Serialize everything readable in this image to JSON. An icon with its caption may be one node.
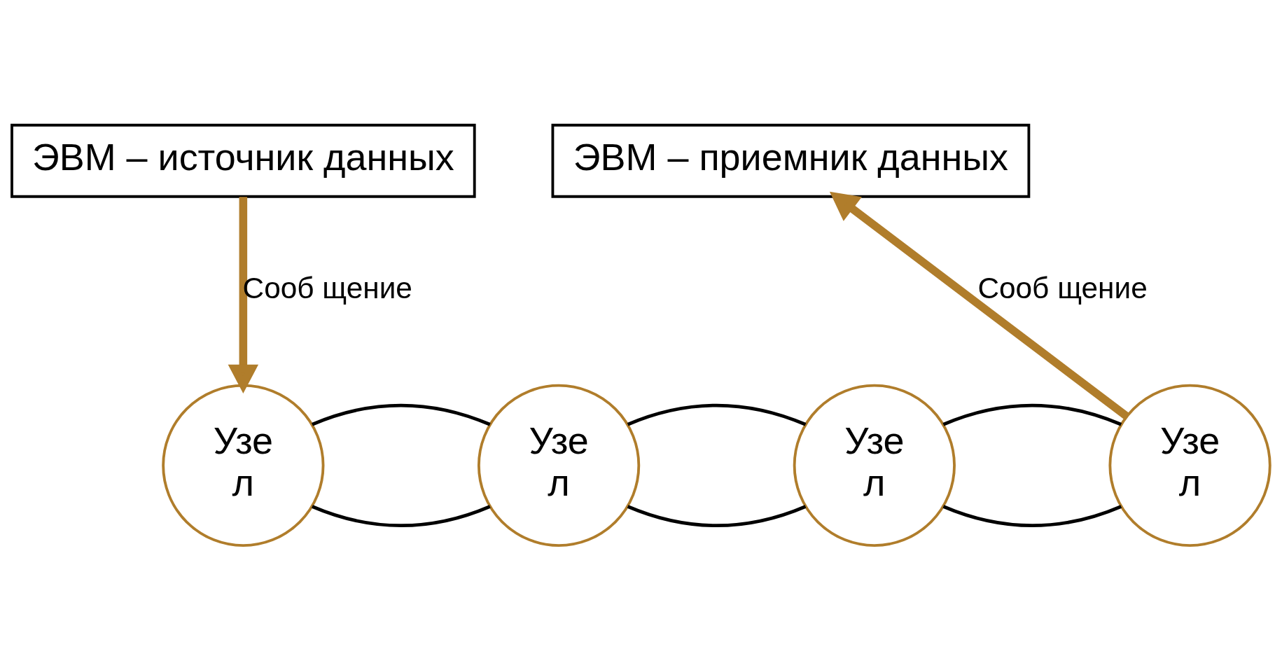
{
  "diagram": {
    "nodes": [
      {
        "text": [
          "ЭВМ – источник данных"
        ]
      },
      {
        "text": [
          "ЭВМ – приемник данных"
        ]
      },
      {
        "text": [
          "Узе л"
        ]
      },
      {
        "text": [
          "Узе л"
        ]
      },
      {
        "text": [
          "Узе л"
        ]
      },
      {
        "text": [
          "Узе л"
        ]
      }
    ],
    "edges": [
      {
        "from": 0,
        "to": 2,
        "arrow": "to",
        "label": "Сооб щение",
        "style": "thick",
        "color": "#b07d2b"
      },
      {
        "from": 2,
        "to": 3,
        "arrow": "none"
      },
      {
        "from": 2,
        "to": 3,
        "arrow": "none"
      },
      {
        "from": 3,
        "to": 4,
        "arrow": "none"
      },
      {
        "from": 3,
        "to": 4,
        "arrow": "none"
      },
      {
        "from": 4,
        "to": 5,
        "arrow": "none"
      },
      {
        "from": 4,
        "to": 5,
        "arrow": "none"
      },
      {
        "from": 5,
        "to": 1,
        "arrow": "to",
        "label": "Сооб щение",
        "style": "thick",
        "color": "#b07d2b"
      }
    ]
  }
}
